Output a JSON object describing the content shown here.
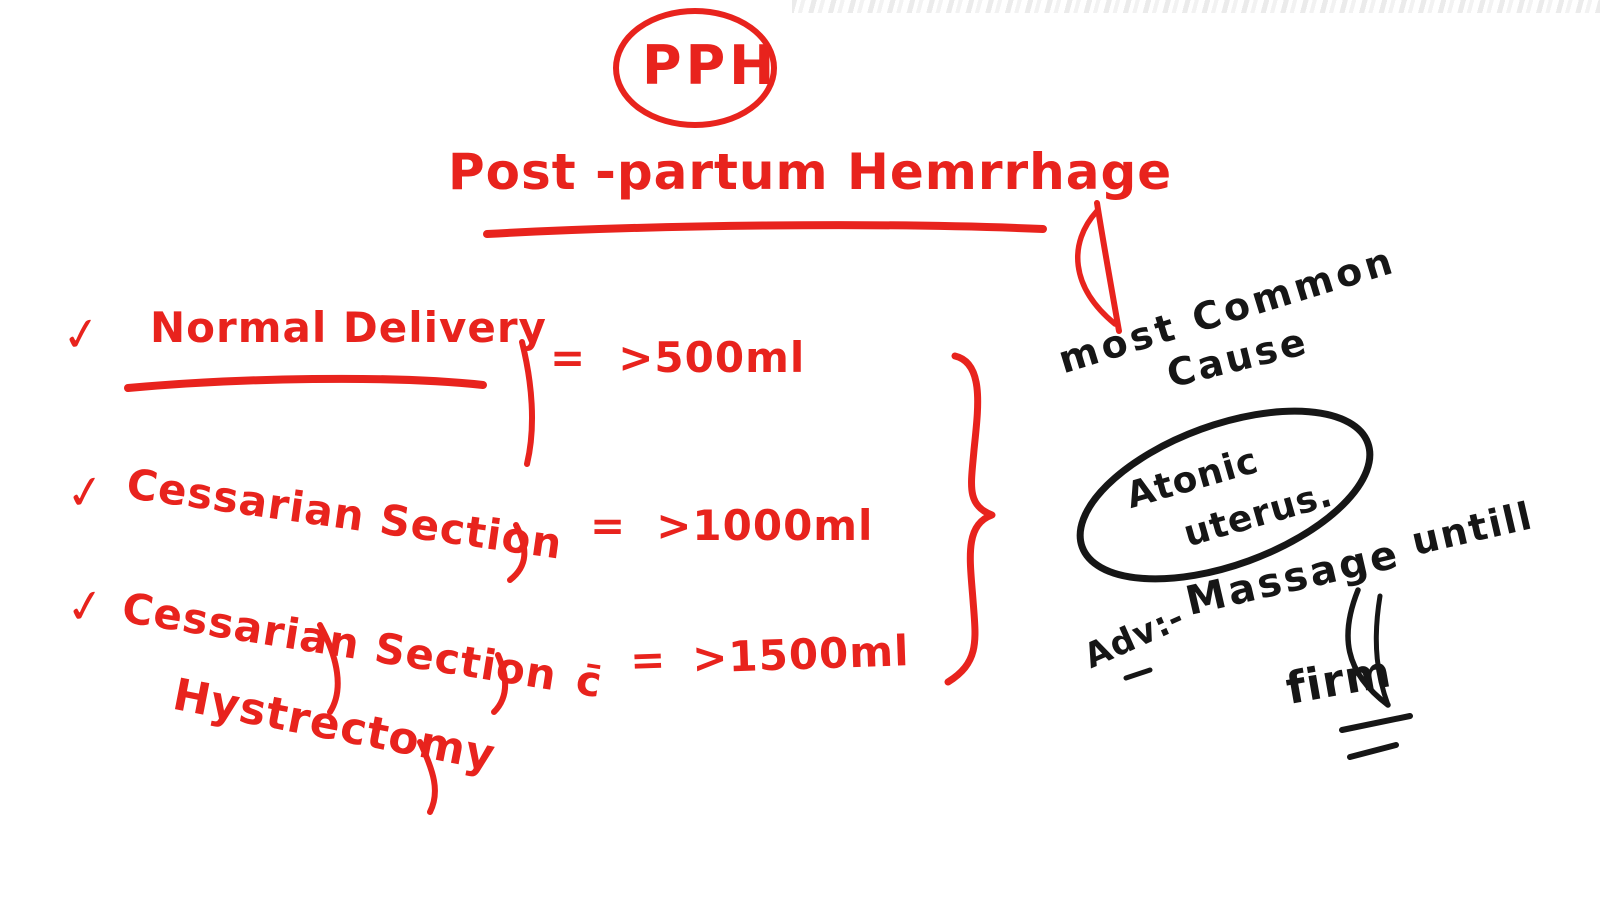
{
  "palette": {
    "background": "#ffffff",
    "red_marker": "#e8231d",
    "black_marker": "#161616"
  },
  "icons": {
    "checkmark": "✓"
  },
  "header": {
    "abbreviation": "PPH",
    "title": "Post -partum Hemrrhage"
  },
  "list": {
    "items": [
      {
        "label": "Normal Delivery",
        "separator": "=",
        "value": ">500ml"
      },
      {
        "label": "Cessarian Section",
        "separator": "=",
        "value": ">1000ml"
      },
      {
        "label": "Cessarian Section",
        "suffix": "c̄",
        "separator": "=",
        "value": ">1500ml",
        "sublabel": "Hystrectomy"
      }
    ]
  },
  "annotations": {
    "cause": {
      "line1": "most Common",
      "line2": "Cause"
    },
    "circled_cause": {
      "line1": "Atonic",
      "line2": "uterus."
    },
    "advice": {
      "prefix": "Adv:-",
      "word1": "Massage",
      "word2": "untill",
      "emphasis": "firm"
    }
  }
}
